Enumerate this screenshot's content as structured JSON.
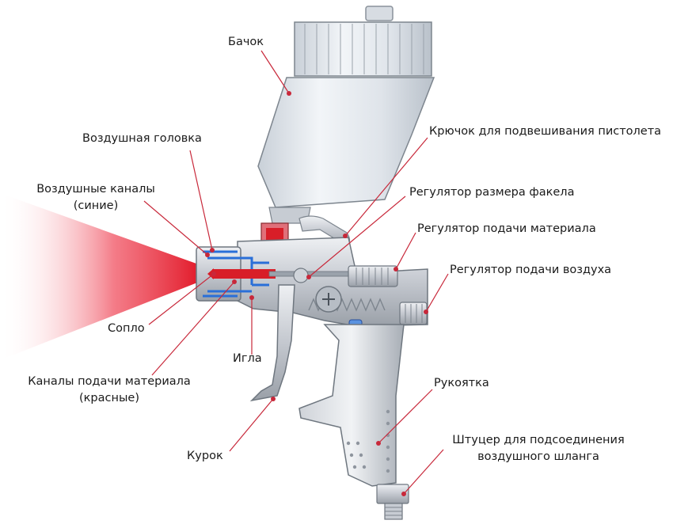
{
  "diagram": {
    "labels": {
      "tank": "Бачок",
      "hook": "Крючок для подвешивания пистолета",
      "air_head": "Воздушная головка",
      "air_channels_1": "Воздушные каналы",
      "air_channels_2": "(синие)",
      "fan_regulator": "Регулятор размера факела",
      "material_regulator": "Регулятор подачи материала",
      "air_regulator": "Регулятор подачи воздуха",
      "nozzle": "Сопло",
      "needle": "Игла",
      "material_channels_1": "Каналы подачи материала",
      "material_channels_2": "(красные)",
      "handle": "Рукоятка",
      "trigger": "Курок",
      "fitting_1": "Штуцер для подсоединения",
      "fitting_2": "воздушного шланга"
    },
    "colors": {
      "spray": "#e01020",
      "air_channel": "#2a6fd8",
      "material_channel": "#d81e28",
      "metal": "#c8ccd2",
      "cup": "#dfe4ea",
      "leader_line": "#c8283a",
      "text": "#1a1a1a"
    },
    "icons": [
      "spray-cone",
      "paint-cup",
      "spray-gun-body"
    ]
  }
}
